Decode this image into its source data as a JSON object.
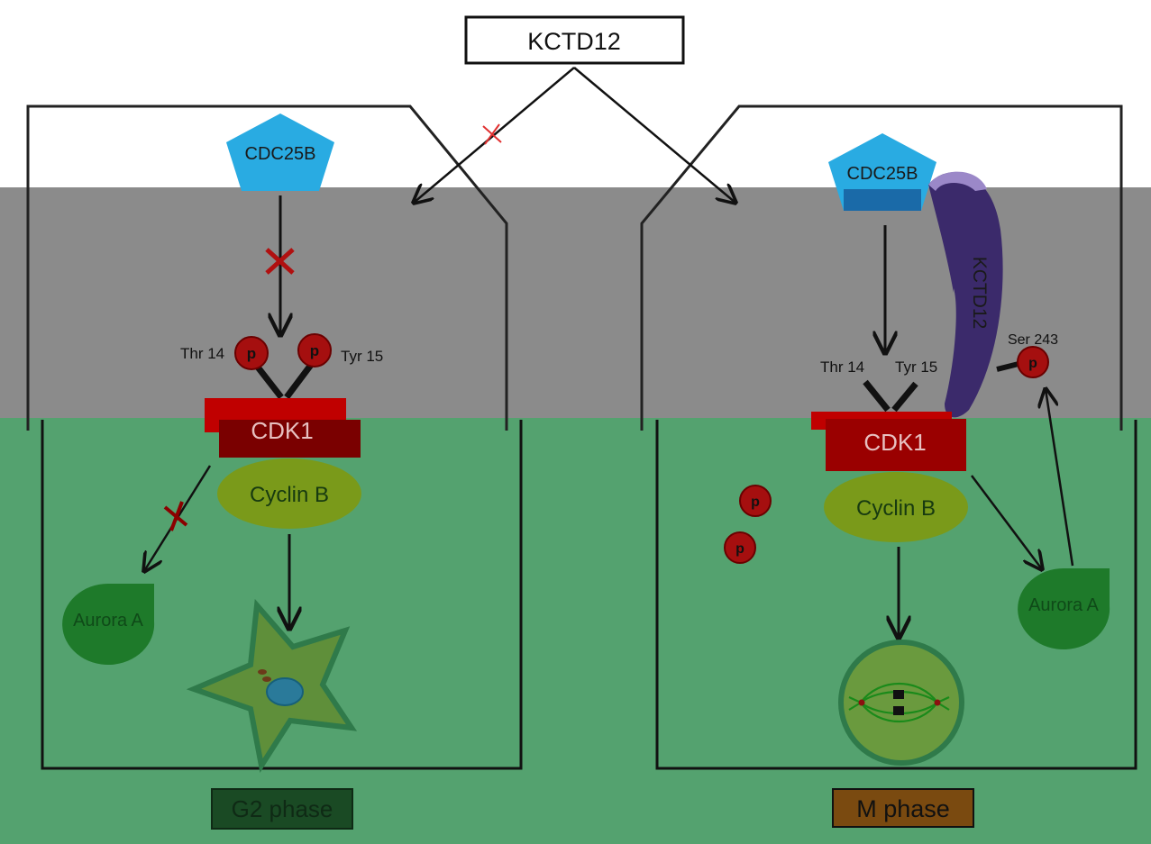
{
  "title": "KCTD12",
  "left": {
    "phase": "G2 phase",
    "cdc25b": "CDC25B",
    "thr": "Thr 14",
    "tyr": "Tyr 15",
    "cdk1": "CDK1",
    "cyclin": "Cyclin B",
    "aurora": "Aurora A",
    "p1": "p",
    "p2": "p"
  },
  "right": {
    "phase": "M phase",
    "cdc25b": "CDC25B",
    "kctd12": "KCTD12",
    "ser": "Ser 243",
    "thr": "Thr 14",
    "tyr": "Tyr 15",
    "cdk1": "CDK1",
    "cyclin": "Cyclin B",
    "aurora": "Aurora A",
    "p_ser": "p",
    "p_free1": "p",
    "p_free2": "p"
  },
  "colors": {
    "gray_band": "#8b8b8b",
    "green_bg": "#54a26f",
    "cdc25b": "#29abe2",
    "cdk1": "#8b0000",
    "cyclin": "#7a9a1a",
    "aurora": "#1e7a2a",
    "kctd12_shape": "#3b2a6b",
    "phospho": "#a50f0f"
  }
}
